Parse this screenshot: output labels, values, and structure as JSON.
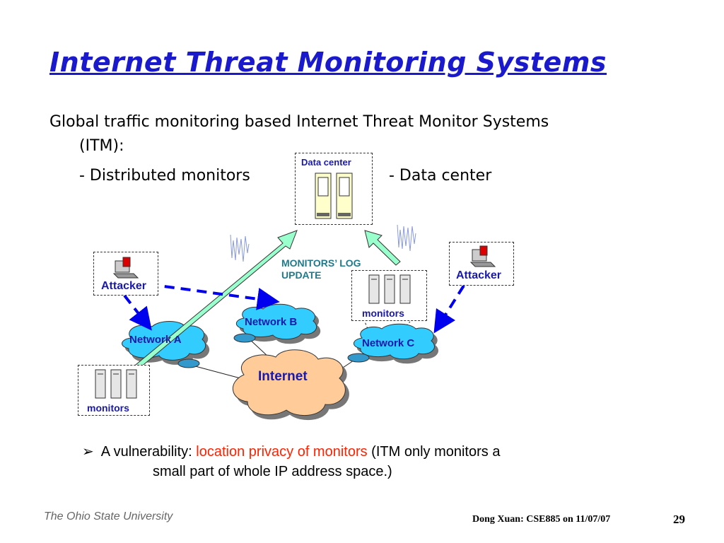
{
  "slide": {
    "title": "Internet Threat Monitoring Systems",
    "intro_line1": "Global traffic monitoring based Internet Threat Monitor Systems",
    "intro_line2": "(ITM):",
    "item_monitors": "- Distributed monitors",
    "item_datacenter": "- Data center"
  },
  "diagram": {
    "data_center": "Data center",
    "attacker_left": "Attacker",
    "attacker_right": "Attacker",
    "log_update_line1": "MONITORS’ LOG",
    "log_update_line2": "UPDATE",
    "monitors_right": "monitors",
    "monitors_left": "monitors",
    "network_a": "Network A",
    "network_b": "Network B",
    "network_c": "Network C",
    "internet": "Internet"
  },
  "bullet": {
    "marker": "➢",
    "prefix": "A vulnerability: ",
    "highlight": "location privacy of monitors",
    "suffix": " (ITM only monitors a",
    "line2": "small part of whole IP address space.)"
  },
  "footer": {
    "university": "The Ohio State University",
    "author": "Dong Xuan: CSE885 on 11/07/07",
    "page": "29"
  },
  "colors": {
    "title": "#1a1acc",
    "label_blue": "#1a1aaa",
    "cloud_blue": "#33ccff",
    "internet_cloud": "#ffcc99",
    "arrow_green": "#99ffcc",
    "highlight_red": "#ff2200"
  }
}
